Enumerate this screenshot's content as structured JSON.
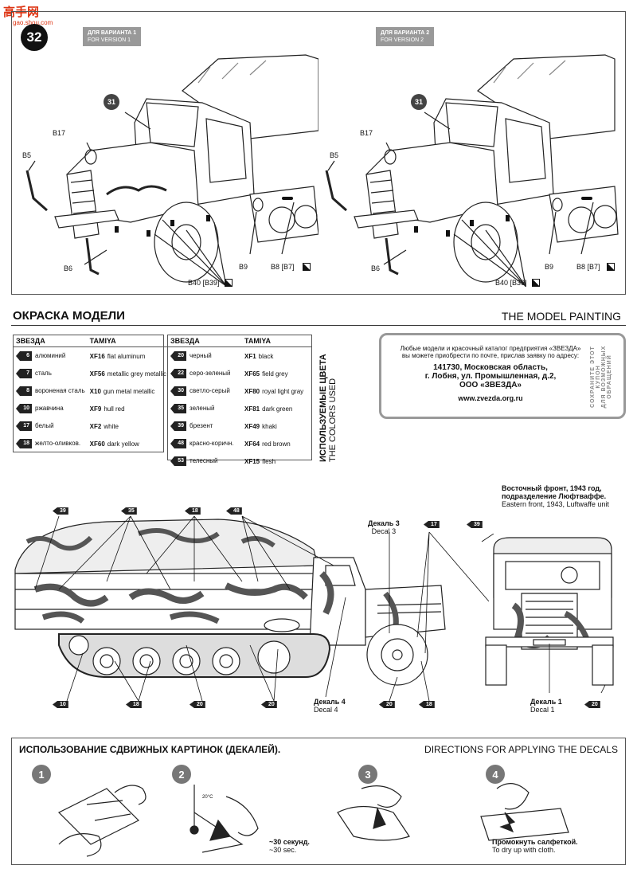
{
  "logo": {
    "text": "高手网",
    "sub": "gao.shou.com"
  },
  "page_number": "32",
  "version1": {
    "ru": "ДЛЯ ВАРИАНТА 1",
    "en": "FOR VERSION  1"
  },
  "version2": {
    "ru": "ДЛЯ ВАРИАНТА 2",
    "en": "FOR VERSION  2"
  },
  "callouts": {
    "part31": "31",
    "b17": "B17",
    "b5": "B5",
    "b6": "B6",
    "b9": "B9",
    "b8": "B8 [B7]",
    "b40": "B40 [B39]"
  },
  "painting": {
    "title_ru": "ОКРАСКА МОДЕЛИ",
    "title_en": "THE MODEL PAINTING"
  },
  "colors_header": {
    "zvezda": "ЗВЕЗДА",
    "tamiya": "TAMIYA"
  },
  "colors_left": [
    {
      "num": "6",
      "ru": "алюминий",
      "code": "XF16",
      "en": "flat aluminum"
    },
    {
      "num": "7",
      "ru": "сталь",
      "code": "XF56",
      "en": "metallic grey metallic"
    },
    {
      "num": "8",
      "ru": "вороненая сталь",
      "code": "X10",
      "en": "gun metal metallic"
    },
    {
      "num": "10",
      "ru": "ржавчина",
      "code": "XF9",
      "en": "hull red"
    },
    {
      "num": "17",
      "ru": "белый",
      "code": "XF2",
      "en": "white"
    },
    {
      "num": "18",
      "ru": "желто-оливков.",
      "code": "XF60",
      "en": "dark yellow"
    }
  ],
  "colors_right": [
    {
      "num": "20",
      "ru": "черный",
      "code": "XF1",
      "en": "black"
    },
    {
      "num": "22",
      "ru": "серо-зеленый",
      "code": "XF65",
      "en": "field grey"
    },
    {
      "num": "30",
      "ru": "светло-серый",
      "code": "XF80",
      "en": "royal light gray"
    },
    {
      "num": "35",
      "ru": "зеленый",
      "code": "XF81",
      "en": "dark green"
    },
    {
      "num": "39",
      "ru": "брезент",
      "code": "XF49",
      "en": "khaki"
    },
    {
      "num": "48",
      "ru": "красно-коричн.",
      "code": "XF64",
      "en": "red brown"
    },
    {
      "num": "53",
      "ru": "телесный",
      "code": "XF15",
      "en": "flesh"
    }
  ],
  "colors_used": {
    "ru": "ИСПОЛЬЗУЕМЫЕ ЦВЕТА",
    "en": "THE COLORS USED"
  },
  "order": {
    "line1": "Любые модели и красочный каталог предприятия «ЗВЕЗДА»",
    "line2": "вы можете приобрести по почте, прислав заявку по адресу:",
    "addr1": "141730, Московская область,",
    "addr2": "г. Лобня, ул. Промышленная, д.2,",
    "addr3": "ООО «ЗВЕЗДА»",
    "url": "www.zvezda.org.ru",
    "coupon1": "СОХРАНИТЕ  ЭТОТ",
    "coupon2": "КУПОН",
    "coupon3": "ДЛЯ  ВОЗМОЖНЫХ",
    "coupon4": "ОБРАЩЕНИЙ"
  },
  "unit": {
    "ru1": "Восточный фронт, 1943 год,",
    "ru2": "подразделение Люфтваффе.",
    "en": "Eastern front, 1943, Luftwaffe unit"
  },
  "side_tags": {
    "t39": "39",
    "t35": "35",
    "t18a": "18",
    "t48": "48",
    "t17": "17",
    "t39b": "39",
    "t10": "10",
    "t18b": "18",
    "t20a": "20",
    "t20b": "20",
    "t20c": "20",
    "t18c": "18",
    "t20d": "20"
  },
  "decal3": {
    "ru": "Декаль 3",
    "en": "Decal 3"
  },
  "decal4": {
    "ru": "Декаль 4",
    "en": "Decal 4"
  },
  "decal1": {
    "ru": "Декаль 1",
    "en": "Decal 1"
  },
  "decals_section": {
    "title_ru": "ИСПОЛЬЗОВАНИЕ СДВИЖНЫХ КАРТИНОК (ДЕКАЛЕЙ).",
    "title_en": "DIRECTIONS  FOR APPLYING THE DECALS",
    "steps": [
      "1",
      "2",
      "3",
      "4"
    ],
    "temp": "20°C",
    "sec_ru": "~30 секунд.",
    "sec_en": "~30 sec.",
    "dry_ru": "Промокнуть салфеткой.",
    "dry_en": "To dry up with cloth."
  },
  "colors": {
    "ink": "#111111",
    "grey_badge": "#999999",
    "camo_dark": "#555555",
    "logo_red": "#dd3311"
  }
}
